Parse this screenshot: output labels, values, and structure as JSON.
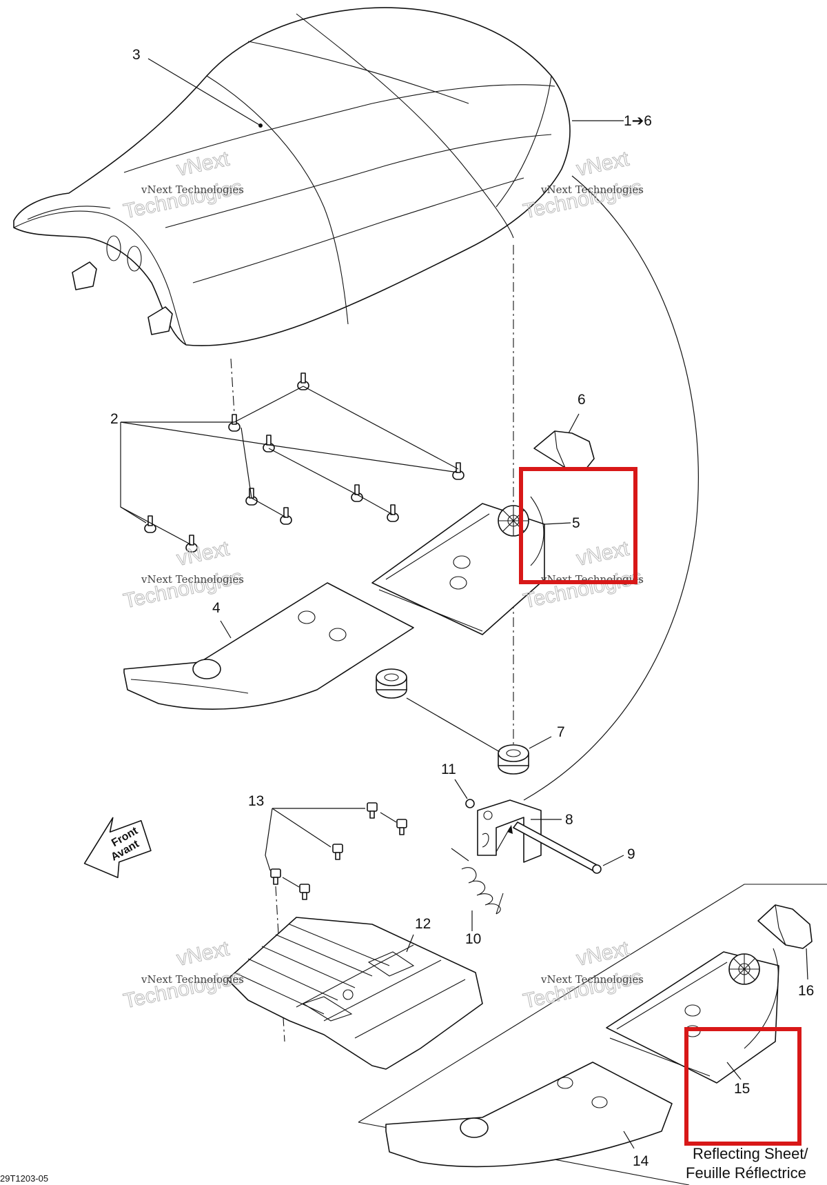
{
  "callouts": {
    "c1to6": "1➔6",
    "c2": "2",
    "c3": "3",
    "c4": "4",
    "c5": "5",
    "c6": "6",
    "c7": "7",
    "c8": "8",
    "c9": "9",
    "c10": "10",
    "c11": "11",
    "c12": "12",
    "c13": "13",
    "c14": "14",
    "c15": "15",
    "c16": "16"
  },
  "front_arrow": {
    "line1": "Front",
    "line2": "Avant"
  },
  "reflecting_label": {
    "line1": "Reflecting Sheet/",
    "line2": "Feuille Réflectrice"
  },
  "figure_code": "29T1203-05",
  "watermark": {
    "small": "vNext Technologies",
    "big_line1": "vNext",
    "big_line2": "Technologies"
  },
  "highlight_color": "#d81818"
}
